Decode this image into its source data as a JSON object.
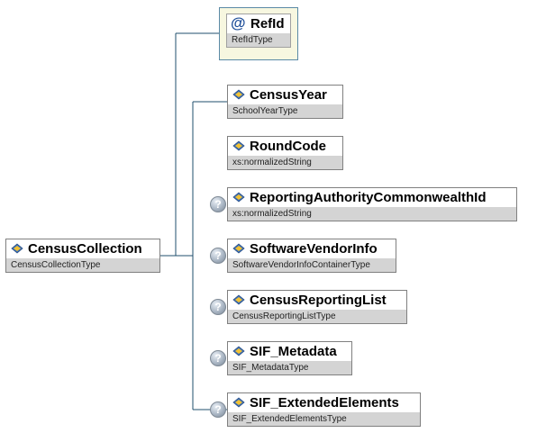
{
  "root": {
    "name": "CensusCollection",
    "type": "CensusCollectionType",
    "icon": "element-icon"
  },
  "attribute": {
    "name": "RefId",
    "type": "RefIdType",
    "symbol": "@"
  },
  "children": [
    {
      "name": "CensusYear",
      "type": "SchoolYearType",
      "optional": false
    },
    {
      "name": "RoundCode",
      "type": "xs:normalizedString",
      "optional": false
    },
    {
      "name": "ReportingAuthorityCommonwealthId",
      "type": "xs:normalizedString",
      "optional": true
    },
    {
      "name": "SoftwareVendorInfo",
      "type": "SoftwareVendorInfoContainerType",
      "optional": true
    },
    {
      "name": "CensusReportingList",
      "type": "CensusReportingListType",
      "optional": true
    },
    {
      "name": "SIF_Metadata",
      "type": "SIF_MetadataType",
      "optional": true
    },
    {
      "name": "SIF_ExtendedElements",
      "type": "SIF_ExtendedElementsType",
      "optional": true
    }
  ],
  "optional_marker": "?",
  "colors": {
    "connector": "#1f4f6e",
    "type_bar": "#d4d4d4",
    "attribute_bg": "#f7f7e0"
  }
}
